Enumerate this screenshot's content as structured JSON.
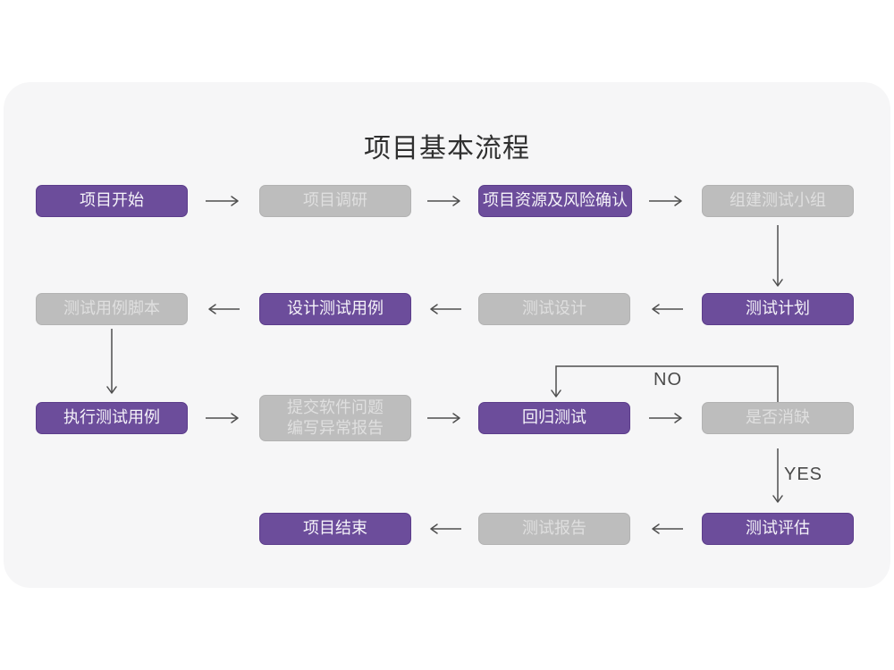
{
  "title": "项目基本流程",
  "labels": {
    "no": "NO",
    "yes": "YES"
  },
  "colors": {
    "page_background": "#ffffff",
    "panel_background": "#f6f6f7",
    "node_purple": "#6c4d9b",
    "node_purple_border": "#5c3d8b",
    "node_purple_text": "#f5f3f9",
    "node_gray": "#bdbdbd",
    "node_gray_border": "#b2b2b2",
    "node_gray_text": "#dfdfdf",
    "arrow": "#4f4f4f",
    "title_text": "#2f2f2f"
  },
  "nodes": [
    {
      "label": "项目开始",
      "type": "purple"
    },
    {
      "label": "项目调研",
      "type": "gray"
    },
    {
      "label": "项目资源及风险确认",
      "type": "purple"
    },
    {
      "label": "组建测试小组",
      "type": "gray"
    },
    {
      "label": "测试计划",
      "type": "purple"
    },
    {
      "label": "测试设计",
      "type": "gray"
    },
    {
      "label": "设计测试用例",
      "type": "purple"
    },
    {
      "label": "测试用例脚本",
      "type": "gray"
    },
    {
      "label": "执行测试用例",
      "type": "purple"
    },
    {
      "label": "提交软件问题\n编写异常报告",
      "type": "gray"
    },
    {
      "label": "回归测试",
      "type": "purple"
    },
    {
      "label": "是否消缺",
      "type": "gray"
    },
    {
      "label": "测试评估",
      "type": "purple"
    },
    {
      "label": "测试报告",
      "type": "gray"
    },
    {
      "label": "项目结束",
      "type": "purple"
    }
  ],
  "edges": [
    {
      "from": "项目开始",
      "to": "项目调研"
    },
    {
      "from": "项目调研",
      "to": "项目资源及风险确认"
    },
    {
      "from": "项目资源及风险确认",
      "to": "组建测试小组"
    },
    {
      "from": "组建测试小组",
      "to": "测试计划"
    },
    {
      "from": "测试计划",
      "to": "测试设计"
    },
    {
      "from": "测试设计",
      "to": "设计测试用例"
    },
    {
      "from": "设计测试用例",
      "to": "测试用例脚本"
    },
    {
      "from": "测试用例脚本",
      "to": "执行测试用例"
    },
    {
      "from": "执行测试用例",
      "to": "提交软件问题 编写异常报告"
    },
    {
      "from": "提交软件问题 编写异常报告",
      "to": "回归测试"
    },
    {
      "from": "回归测试",
      "to": "是否消缺"
    },
    {
      "from": "是否消缺",
      "to": "回归测试",
      "label": "NO"
    },
    {
      "from": "是否消缺",
      "to": "测试评估",
      "label": "YES"
    },
    {
      "from": "测试评估",
      "to": "测试报告"
    },
    {
      "from": "测试报告",
      "to": "项目结束"
    }
  ]
}
